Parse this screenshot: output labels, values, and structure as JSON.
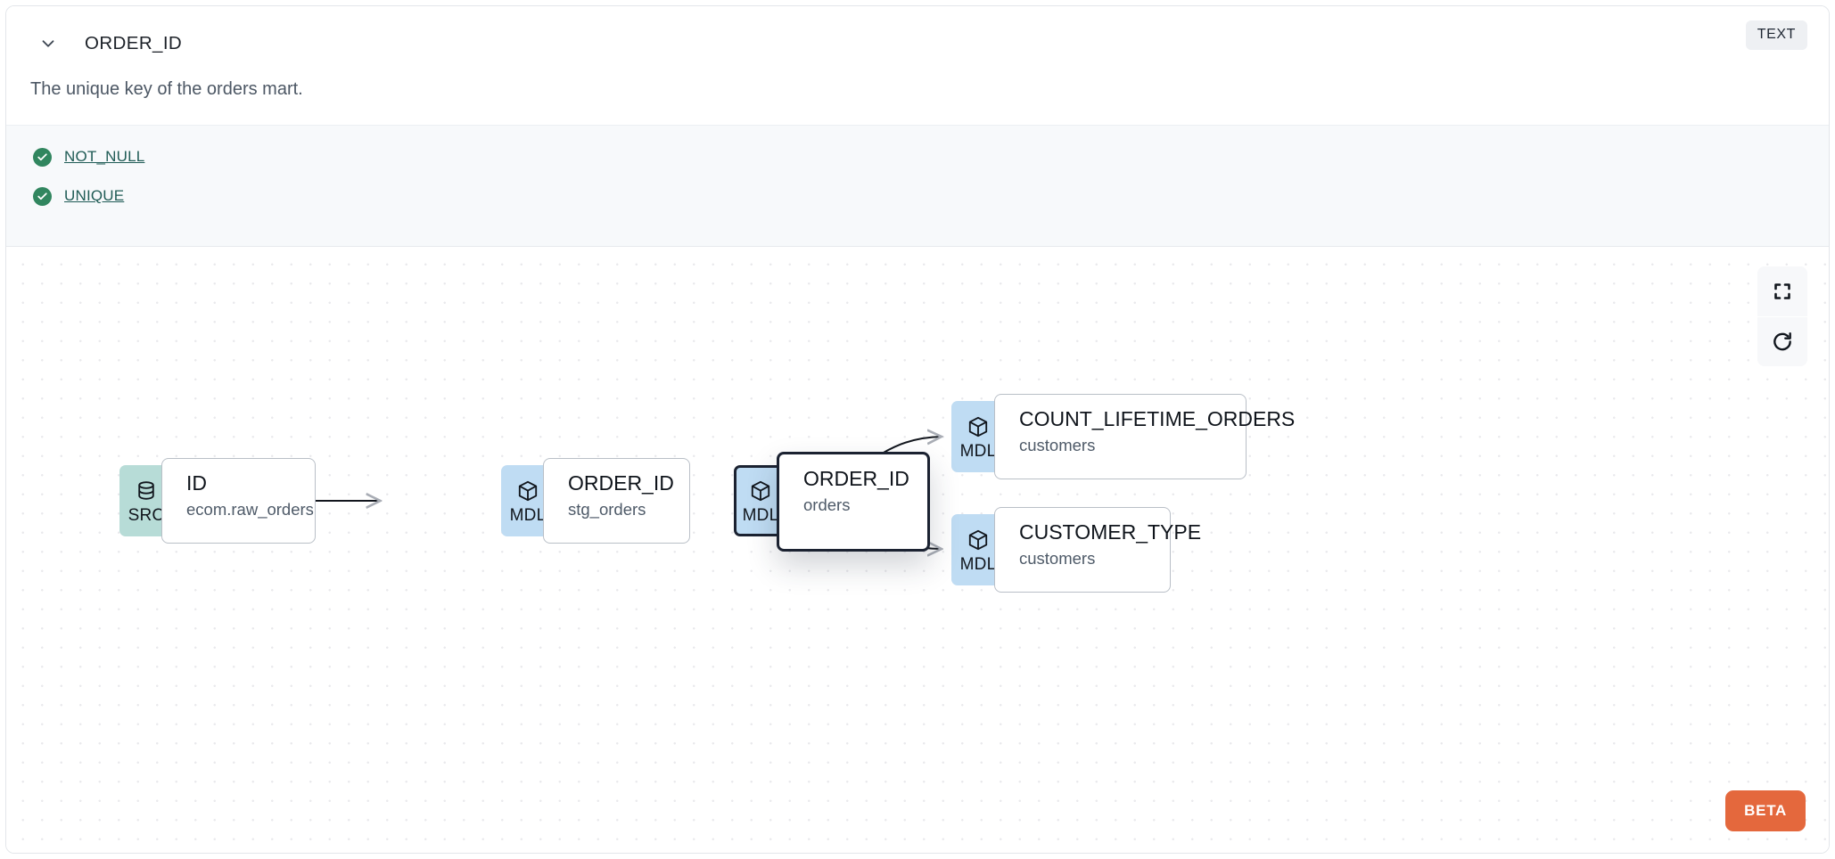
{
  "header": {
    "chevron_icon": "chevron-down-icon",
    "column_name": "ORDER_ID",
    "data_type_badge": "TEXT",
    "description": "The unique key of the orders mart."
  },
  "tests": [
    {
      "icon": "check-circle-icon",
      "label": "NOT_NULL",
      "status": "passed"
    },
    {
      "icon": "check-circle-icon",
      "label": "UNIQUE",
      "status": "passed"
    }
  ],
  "lineage": {
    "controls": [
      {
        "name": "fit-view-button",
        "icon": "fullscreen-icon"
      },
      {
        "name": "reset-button",
        "icon": "refresh-icon"
      }
    ],
    "beta_badge": "BETA",
    "nodes": [
      {
        "id": "src-id",
        "kind": "SRC",
        "icon": "database-icon",
        "title": "ID",
        "subtitle": "ecom.raw_orders",
        "selected": false
      },
      {
        "id": "mdl-stg-order-id",
        "kind": "MDL",
        "icon": "cube-icon",
        "title": "ORDER_ID",
        "subtitle": "stg_orders",
        "selected": false
      },
      {
        "id": "mdl-orders-order-id",
        "kind": "MDL",
        "icon": "cube-icon",
        "title": "ORDER_ID",
        "subtitle": "orders",
        "selected": true
      },
      {
        "id": "mdl-count-lifetime-orders",
        "kind": "MDL",
        "icon": "cube-icon",
        "title": "COUNT_LIFETIME_ORDERS",
        "subtitle": "customers",
        "selected": false
      },
      {
        "id": "mdl-customer-type",
        "kind": "MDL",
        "icon": "cube-icon",
        "title": "CUSTOMER_TYPE",
        "subtitle": "customers",
        "selected": false
      }
    ],
    "edges": [
      {
        "from": "src-id",
        "to": "mdl-stg-order-id",
        "style": "straight"
      },
      {
        "from": "mdl-stg-order-id",
        "to": "mdl-orders-order-id",
        "style": "straight"
      },
      {
        "from": "mdl-orders-order-id",
        "to": "mdl-count-lifetime-orders",
        "style": "bezier"
      },
      {
        "from": "mdl-orders-order-id",
        "to": "mdl-customer-type",
        "style": "bezier"
      }
    ]
  },
  "colors": {
    "src_badge": "#b7dcd7",
    "mdl_badge": "#bfdcf3",
    "selected_border": "#1b2231",
    "beta": "#e4683d",
    "test_pass": "#31865f",
    "test_link": "#1f5b55"
  }
}
